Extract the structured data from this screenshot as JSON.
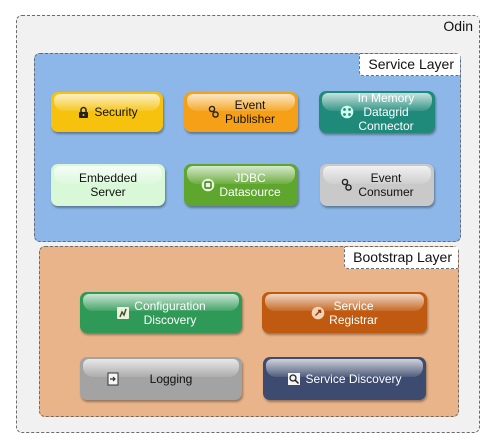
{
  "odin": {
    "title": "Odin"
  },
  "service_layer": {
    "title": "Service Layer",
    "nodes": {
      "security": {
        "label": "Security",
        "icon": "lock-icon",
        "color": "#f6c20d"
      },
      "event_publisher": {
        "label": "Event\nPublisher",
        "icon": "gears-icon",
        "color": "#f5a016"
      },
      "in_memory": {
        "label": "In Memory\nDatagrid\nConnector",
        "icon": "grid-icon",
        "color": "#1f8a7a"
      },
      "embedded_server": {
        "label": "Embedded\nServer",
        "icon": "",
        "color": "#d8f8d8"
      },
      "jdbc": {
        "label": "JDBC\nDatasource",
        "icon": "database-icon",
        "color": "#5ea62e"
      },
      "event_consumer": {
        "label": "Event\nConsumer",
        "icon": "gears-icon",
        "color": "#c9c9c9"
      }
    }
  },
  "bootstrap_layer": {
    "title": "Bootstrap Layer",
    "nodes": {
      "configuration_discovery": {
        "label": "Configuration\nDiscovery",
        "icon": "config-icon",
        "color": "#2f9a57"
      },
      "service_registrar": {
        "label": "Service\nRegistrar",
        "icon": "registrar-icon",
        "color": "#c05a10"
      },
      "logging": {
        "label": "Logging",
        "icon": "log-icon",
        "color": "#a3a3a3"
      },
      "service_discovery": {
        "label": "Service Discovery",
        "icon": "search-icon",
        "color": "#3c4b6f"
      }
    }
  }
}
